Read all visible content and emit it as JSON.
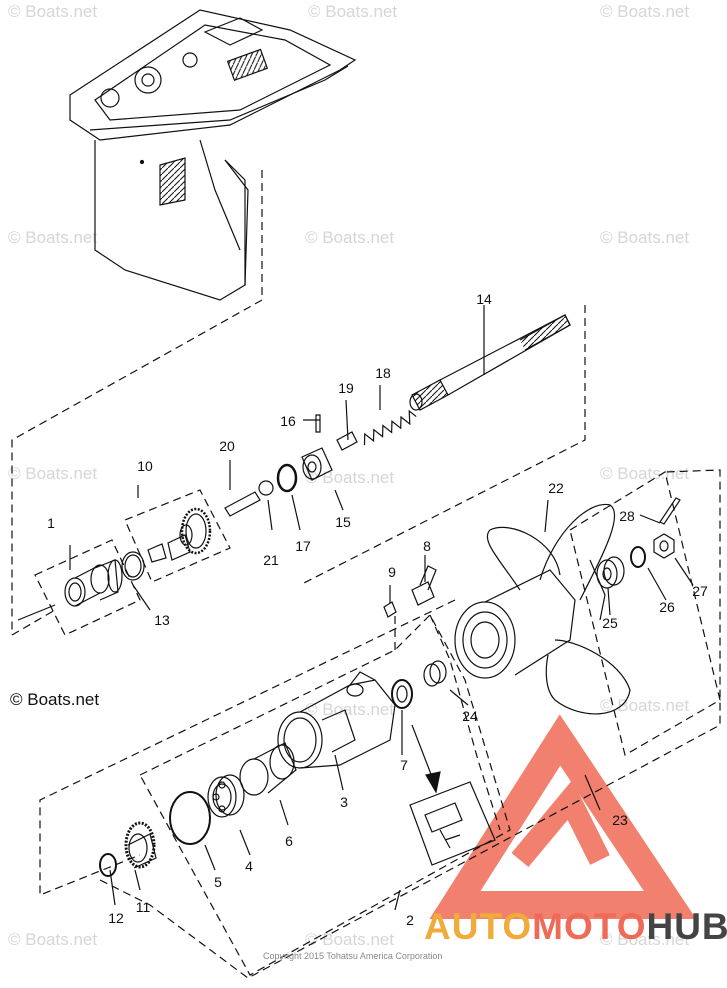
{
  "watermark_text": "© Boats.net",
  "copyright_boats": "© Boats.net",
  "copyright_corp": "Copyright 2015 Tohatsu America Corporation",
  "brand": {
    "part1": "AUTO",
    "part2": "MOTO",
    "part3": "HUB",
    "colors": {
      "auto": "#f0ab3a",
      "moto": "#ef6a57",
      "hub": "#444444"
    }
  },
  "callouts": [
    "1",
    "2",
    "3",
    "4",
    "5",
    "6",
    "7",
    "8",
    "9",
    "10",
    "11",
    "12",
    "13",
    "14",
    "15",
    "16",
    "17",
    "18",
    "19",
    "20",
    "21",
    "22",
    "23",
    "24",
    "25",
    "26",
    "27",
    "28"
  ],
  "colors": {
    "line": "#111111",
    "watermark": "#d6d6d6",
    "logo_triangle": "#ef6a57"
  }
}
